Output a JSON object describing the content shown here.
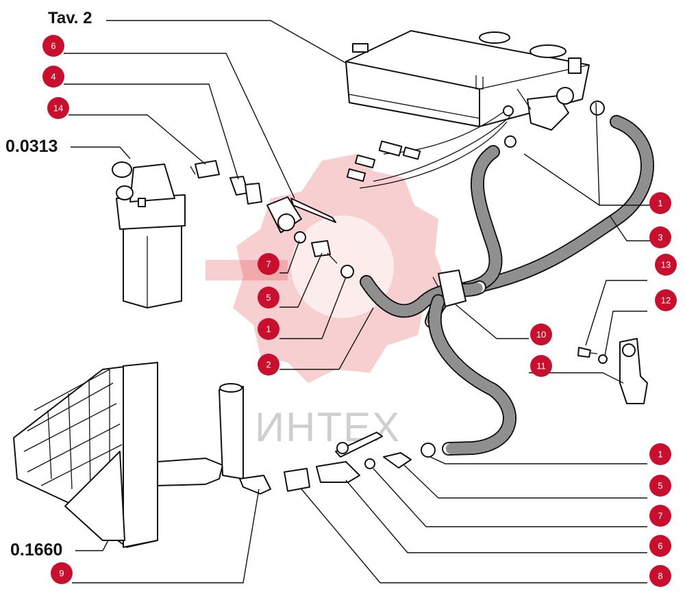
{
  "title": "Tav. 2",
  "references": [
    {
      "label": "0.0313"
    },
    {
      "label": "0.1660"
    }
  ],
  "badge_color": "#c8102e",
  "badges": [
    {
      "num": "6"
    },
    {
      "num": "4"
    },
    {
      "num": "14"
    },
    {
      "num": "7"
    },
    {
      "num": "5"
    },
    {
      "num": "1"
    },
    {
      "num": "2"
    },
    {
      "num": "9"
    },
    {
      "num": "1"
    },
    {
      "num": "3"
    },
    {
      "num": "13"
    },
    {
      "num": "12"
    },
    {
      "num": "10"
    },
    {
      "num": "11"
    },
    {
      "num": "1"
    },
    {
      "num": "5"
    },
    {
      "num": "7"
    },
    {
      "num": "6"
    },
    {
      "num": "8"
    }
  ],
  "watermark": {
    "text": "ИНТЕХ",
    "logo": "gear-logo"
  }
}
